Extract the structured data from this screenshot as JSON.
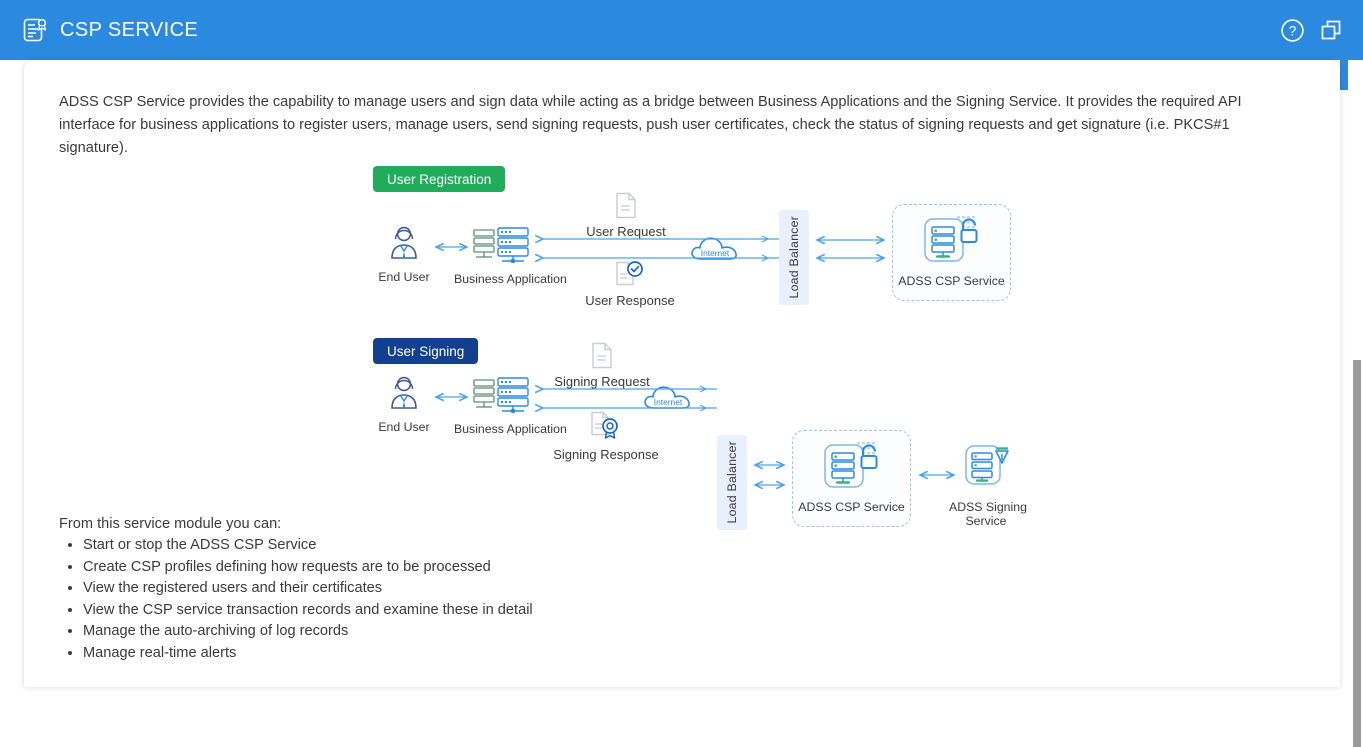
{
  "header": {
    "title": "CSP SERVICE",
    "logo_icon": "certificate-document-icon",
    "help_icon": "help-circle-icon",
    "windows_icon": "copy-windows-icon"
  },
  "main": {
    "intro_paragraph": "ADSS CSP Service provides the capability to manage users and sign data while acting as a bridge between Business Applications and the Signing Service. It provides the required API interface for business applications to register users, manage users, send signing requests, push user certificates, check the status of signing requests and get signature (i.e. PKCS#1 signature).",
    "list_intro": "From this service module you can:",
    "bullets": [
      "Start or stop the ADSS CSP Service",
      "Create CSP profiles defining how requests are to be processed",
      "View the registered users and their certificates",
      "View the CSP service transaction records and examine these in detail",
      "Manage the auto-archiving of log records",
      "Manage real-time alerts"
    ]
  },
  "diagrams": {
    "registration": {
      "badge_label": "User Registration",
      "badge_color": "#21ac5c",
      "end_user_label": "End User",
      "business_app_label": "Business Application",
      "request_doc_label": "User Request",
      "response_doc_label": "User Response",
      "internet_label": "Internet",
      "load_balancer_label": "Load Balancer",
      "csp_service_label": "ADSS CSP Service"
    },
    "signing": {
      "badge_label": "User Signing",
      "badge_color": "#123f8f",
      "end_user_label": "End User",
      "business_app_label": "Business Application",
      "request_doc_label": "Signing Request",
      "response_doc_label": "Signing Response",
      "internet_label": "Internet",
      "load_balancer_label": "Load Balancer",
      "csp_service_label": "ADSS CSP Service",
      "signing_service_label_line1": "ADSS Signing",
      "signing_service_label_line2": "Service"
    }
  },
  "theme": {
    "header_blue": "#2b8ae0",
    "accent_blue": "#2b8ae0",
    "arrow_blue": "#4aa3e8",
    "text_dark": "#3a3a3a"
  }
}
